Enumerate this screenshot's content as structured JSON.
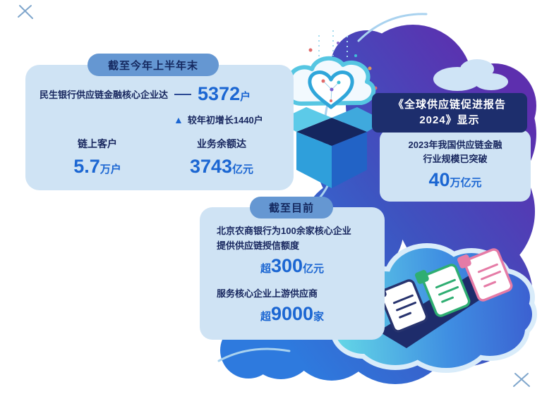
{
  "colors": {
    "panel_bg": "#cfe3f4",
    "badge_blue": "#6597d2",
    "badge_navy": "#1d2e6d",
    "text_navy": "#17265e",
    "accent_blue": "#1b66d2",
    "blob_blue": "#2e7ade",
    "blob_purple": "#5d2fae"
  },
  "icons": {
    "growth_triangle": "▲"
  },
  "panel_minsheng": {
    "badge": "截至今年上半年末",
    "line1_label": "民生银行供应链金融核心企业达",
    "value": {
      "num": "5372",
      "unit": "户"
    },
    "growth_text": "较年初增长1440户",
    "stats": [
      {
        "label": "链上客户",
        "num": "5.7",
        "unit": "万户"
      },
      {
        "label": "业务余额达",
        "num": "3743",
        "unit": "亿元"
      }
    ]
  },
  "panel_report": {
    "badge_line1": "《全球供应链促进报告",
    "badge_line2": "2024》显示",
    "body_line1": "2023年我国供应链金融",
    "body_line2": "行业规模已突破",
    "value": {
      "num": "40",
      "unit": "万亿元"
    }
  },
  "panel_bjrcb": {
    "badge": "截至目前",
    "line1a": "北京农商银行为100余家核心企业",
    "line1b": "提供供应链授信额度",
    "value1": {
      "prefix": "超",
      "num": "300",
      "unit": "亿元"
    },
    "line2": "服务核心企业上游供应商",
    "value2": {
      "prefix": "超",
      "num": "9000",
      "unit": "家"
    }
  }
}
